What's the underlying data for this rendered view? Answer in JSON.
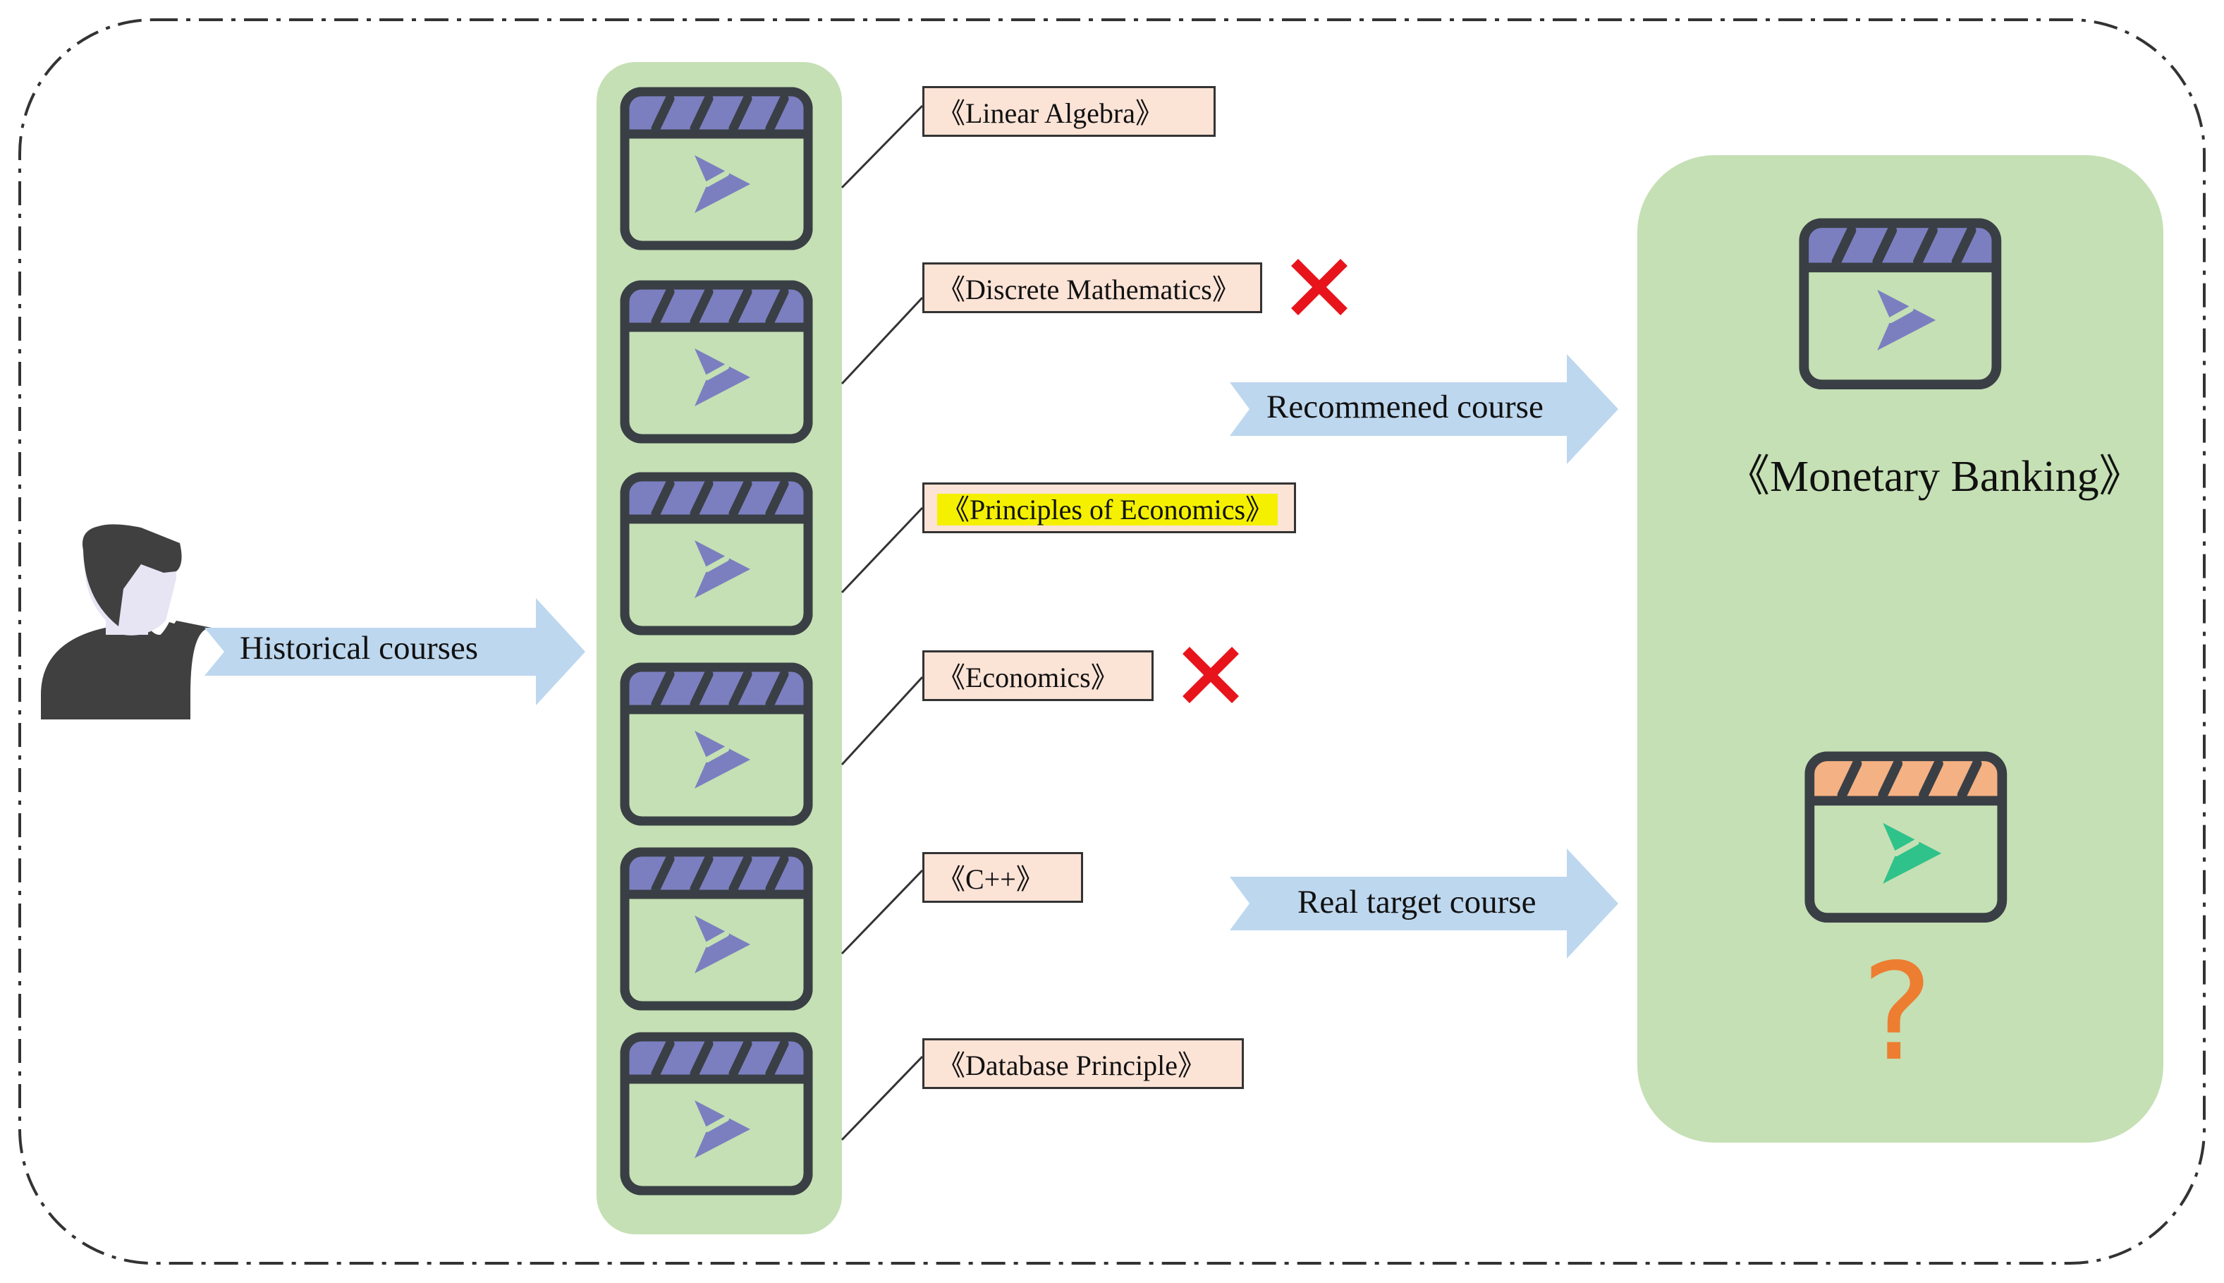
{
  "user_section": {
    "arrow_label": "Historical courses"
  },
  "history_courses": [
    {
      "label": "《Linear Algebra》",
      "highlighted": false,
      "rejected": false
    },
    {
      "label": "《Discrete Mathematics》",
      "highlighted": false,
      "rejected": true
    },
    {
      "label": "《Principles of Economics》",
      "highlighted": true,
      "rejected": false
    },
    {
      "label": "《Economics》",
      "highlighted": false,
      "rejected": true
    },
    {
      "label": "《C++》",
      "highlighted": false,
      "rejected": false
    },
    {
      "label": "《Database Principle》",
      "highlighted": false,
      "rejected": false
    }
  ],
  "recommended": {
    "arrow_label": "Recommened course",
    "course_title": "《Monetary Banking》"
  },
  "target": {
    "arrow_label": "Real target course",
    "unknown_symbol": "?"
  },
  "colors": {
    "panel_green": "#c5e0b4",
    "arrow_blue": "#bdd7ee",
    "label_fill": "#fbe3d6",
    "highlight_yellow": "#f4f000",
    "icon_dark": "#3a3f45",
    "icon_purple": "#7b7fc0",
    "icon_salmon": "#f4b183",
    "icon_teal": "#2fc28a",
    "cross_red": "#e8141b",
    "question_orange": "#ed7d31"
  }
}
